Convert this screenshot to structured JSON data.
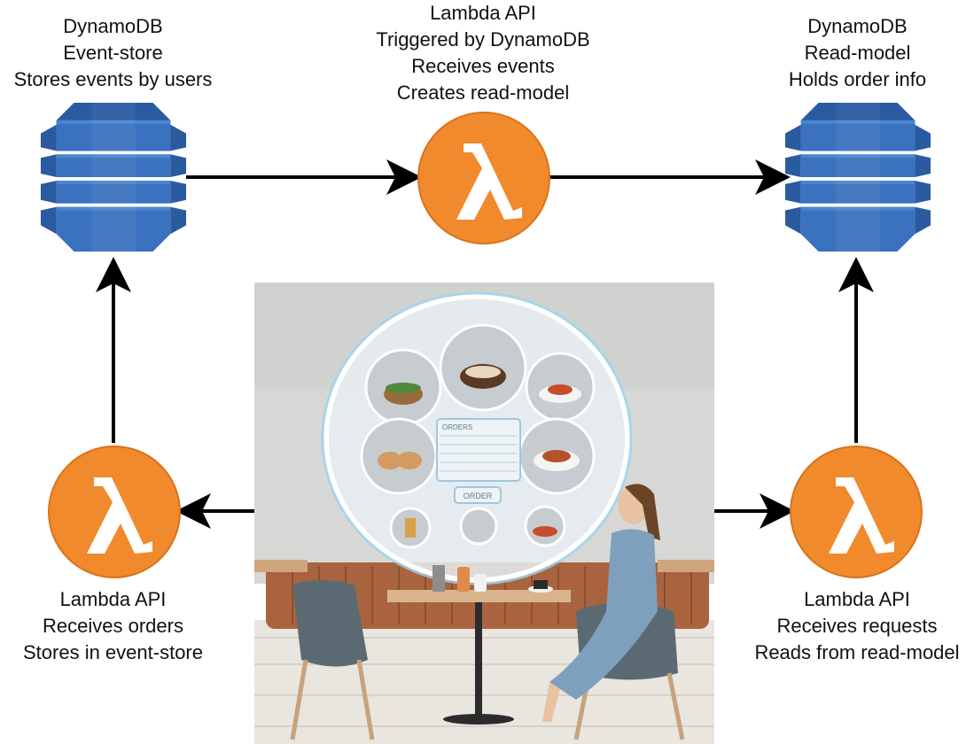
{
  "nodes": {
    "event_store": {
      "lines": [
        "DynamoDB",
        "Event-store",
        "Stores events by users"
      ],
      "icon": "dynamodb-icon"
    },
    "projector_lambda": {
      "lines": [
        "Lambda API",
        "Triggered by DynamoDB",
        "Receives events",
        "Creates read-model"
      ],
      "icon": "lambda-icon"
    },
    "read_model": {
      "lines": [
        "DynamoDB",
        "Read-model",
        "Holds order info"
      ],
      "icon": "dynamodb-icon"
    },
    "order_lambda": {
      "lines": [
        "Lambda API",
        "Receives orders",
        "Stores in event-store"
      ],
      "icon": "lambda-icon"
    },
    "request_lambda": {
      "lines": [
        "Lambda API",
        "Receives requests",
        "Reads from read-model"
      ],
      "icon": "lambda-icon"
    }
  },
  "center_image": {
    "kiosk_header": "ORDERS",
    "kiosk_button": "ORDER"
  },
  "colors": {
    "dynamo_dark": "#2a5aa0",
    "dynamo_mid": "#3a72c0",
    "dynamo_light": "#4a86d0",
    "lambda_orange": "#f08a2c",
    "arrow": "#000000"
  }
}
